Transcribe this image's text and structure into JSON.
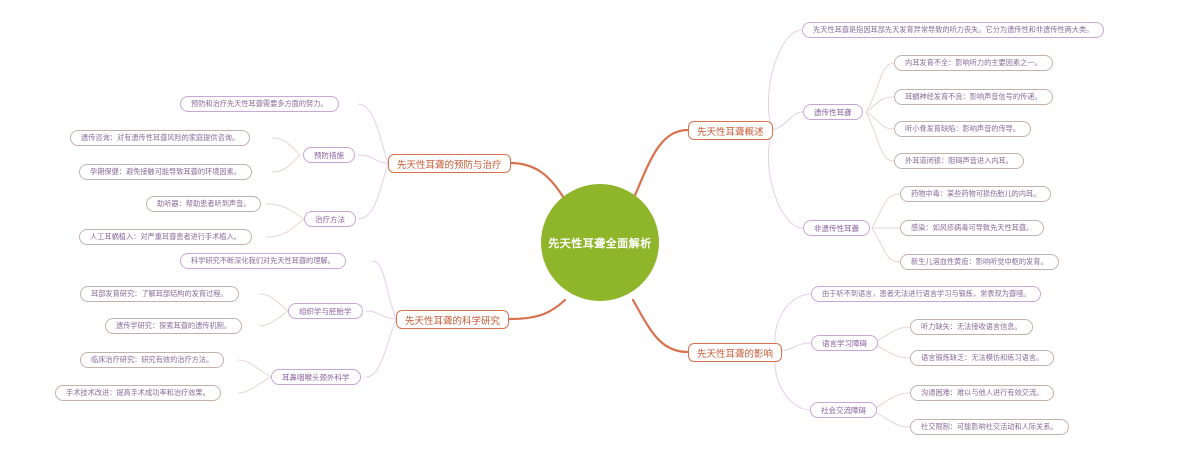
{
  "root": {
    "label": "先天性耳聋全面解析",
    "color": "#8fb52a"
  },
  "colors": {
    "main_link": "#d9714f",
    "sub_link": "#e3cfe6",
    "leaf_link": "#e6d6d0",
    "l1_border": "#d9714f",
    "l1_text": "#c65a35",
    "l2_border": "#c7a6d4",
    "text_purple": "#8a5f9e"
  },
  "branches": [
    {
      "label": "先天性耳聋概述",
      "side": "right",
      "children": [
        {
          "label": "先天性耳聋是指因耳部先天发育异常导致的听力丧失。它分为遗传性和非遗传性两大类。"
        },
        {
          "label": "遗传性耳聋",
          "children": [
            {
              "label": "内耳发育不全：影响听力的主要因素之一。"
            },
            {
              "label": "耳蜗神经发育不良：影响声音信号的传递。"
            },
            {
              "label": "听小骨发育缺陷：影响声音的传导。"
            },
            {
              "label": "外耳道闭锁：阻碍声音进入内耳。"
            }
          ]
        },
        {
          "label": "非遗传性耳聋",
          "children": [
            {
              "label": "药物中毒：某些药物可损伤胎儿的内耳。"
            },
            {
              "label": "感染：如风疹病毒可导致先天性耳聋。"
            },
            {
              "label": "新生儿溶血性黄疸：影响听觉中枢的发育。"
            }
          ]
        }
      ]
    },
    {
      "label": "先天性耳聋的影响",
      "side": "right",
      "children": [
        {
          "label": "由于听不到语言，患者无法进行语言学习与锻炼，常表现为聋哑。"
        },
        {
          "label": "语言学习障碍",
          "children": [
            {
              "label": "听力缺失：无法接收语言信息。"
            },
            {
              "label": "语言锻炼缺乏：无法模仿和练习语言。"
            }
          ]
        },
        {
          "label": "社会交流障碍",
          "children": [
            {
              "label": "沟通困难：难以与他人进行有效交流。"
            },
            {
              "label": "社交限制：可能影响社交活动和人际关系。"
            }
          ]
        }
      ]
    },
    {
      "label": "先天性耳聋的预防与治疗",
      "side": "left",
      "children": [
        {
          "label": "预防和治疗先天性耳聋需要多方面的努力。"
        },
        {
          "label": "预防措施",
          "children": [
            {
              "label": "遗传咨询：对有遗传性耳聋风险的家庭提供咨询。"
            },
            {
              "label": "孕期保健：避免接触可能导致耳聋的环境因素。"
            }
          ]
        },
        {
          "label": "治疗方法",
          "children": [
            {
              "label": "助听器：帮助患者听到声音。"
            },
            {
              "label": "人工耳蜗植入：对严重耳聋患者进行手术植入。"
            }
          ]
        }
      ]
    },
    {
      "label": "先天性耳聋的科学研究",
      "side": "left",
      "children": [
        {
          "label": "科学研究不断深化我们对先天性耳聋的理解。"
        },
        {
          "label": "组织学与胚胎学",
          "children": [
            {
              "label": "耳部发育研究：了解耳部结构的发育过程。"
            },
            {
              "label": "遗传学研究：探索耳聋的遗传机制。"
            }
          ]
        },
        {
          "label": "耳鼻咽喉头颈外科学",
          "children": [
            {
              "label": "临床治疗研究：研究有效的治疗方法。"
            },
            {
              "label": "手术技术改进：提高手术成功率和治疗效果。"
            }
          ]
        }
      ]
    }
  ]
}
